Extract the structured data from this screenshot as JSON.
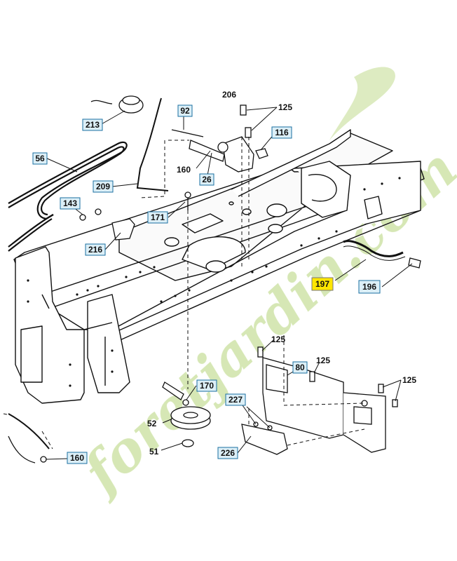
{
  "watermark": {
    "text": "foretjardin.com",
    "colors": {
      "main": "#cfe3a8",
      "accent": "#f2c48f"
    }
  },
  "callouts": {
    "c213": "213",
    "c92": "92",
    "c56": "56",
    "c116": "116",
    "c26": "26",
    "c209": "209",
    "c143": "143",
    "c171": "171",
    "c216": "216",
    "c197": "197",
    "c196": "196",
    "c80": "80",
    "c170": "170",
    "c227": "227",
    "c226": "226",
    "c160b": "160"
  },
  "labels": {
    "l206": "206",
    "l125a": "125",
    "l160a": "160",
    "l125b": "125",
    "l125c": "125",
    "l125d": "125",
    "l52": "52",
    "l51": "51"
  },
  "colors": {
    "callout_bg": "#dceff7",
    "callout_border": "#1a6fa0",
    "highlight_bg": "#ffe600",
    "highlight_border": "#777777",
    "line": "#111111"
  }
}
